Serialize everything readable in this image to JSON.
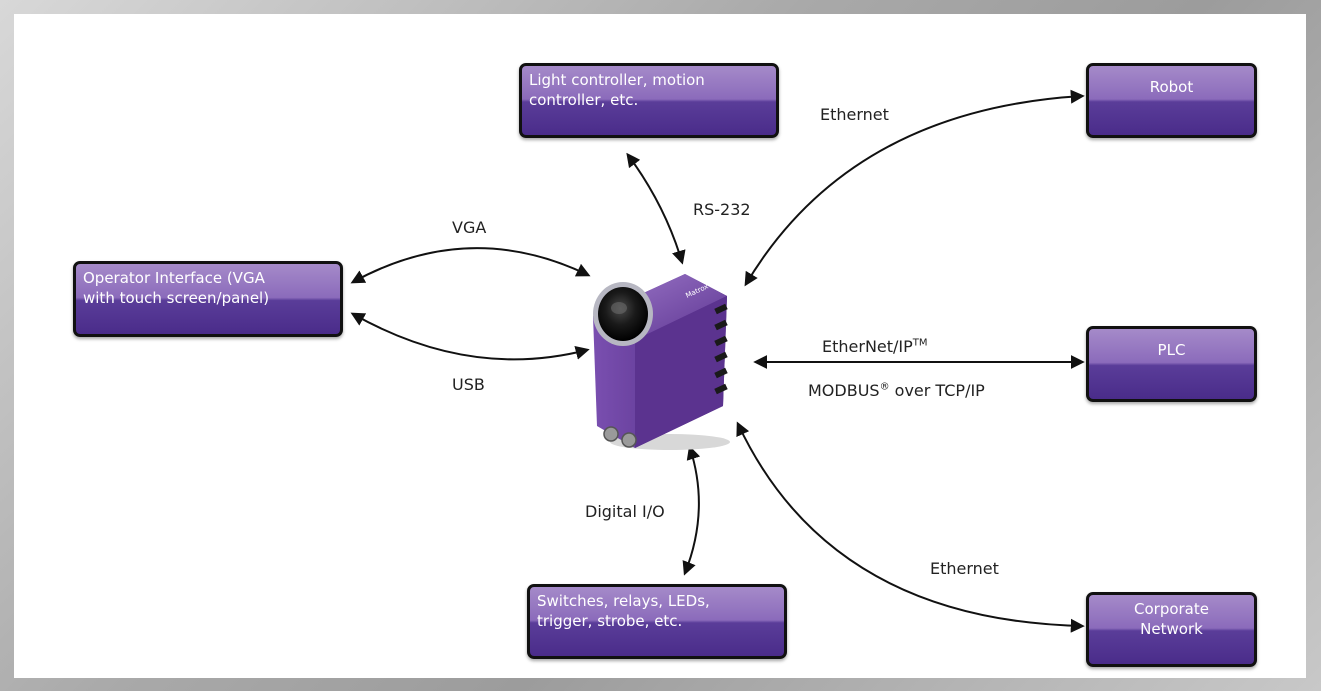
{
  "nodes": {
    "light_controller": "Light controller, motion\ncontroller, etc.",
    "robot": "Robot",
    "operator_interface": "Operator Interface (VGA\nwith touch screen/panel)",
    "plc": "PLC",
    "switches": "Switches, relays, LEDs,\ntrigger, strobe, etc.",
    "corporate_network": "Corporate\nNetwork"
  },
  "links": {
    "ethernet_robot": "Ethernet",
    "rs232": "RS-232",
    "vga": "VGA",
    "usb": "USB",
    "ethernet_ip": "EtherNet/IP",
    "ethernet_ip_mark": "TM",
    "modbus": "MODBUS",
    "modbus_mark": "®",
    "modbus_suffix": " over TCP/IP",
    "digital_io": "Digital I/O",
    "ethernet_corporate": "Ethernet"
  },
  "camera": {
    "brand_text": "Matrox Iris GT",
    "body_color": "#6b3fa0"
  }
}
